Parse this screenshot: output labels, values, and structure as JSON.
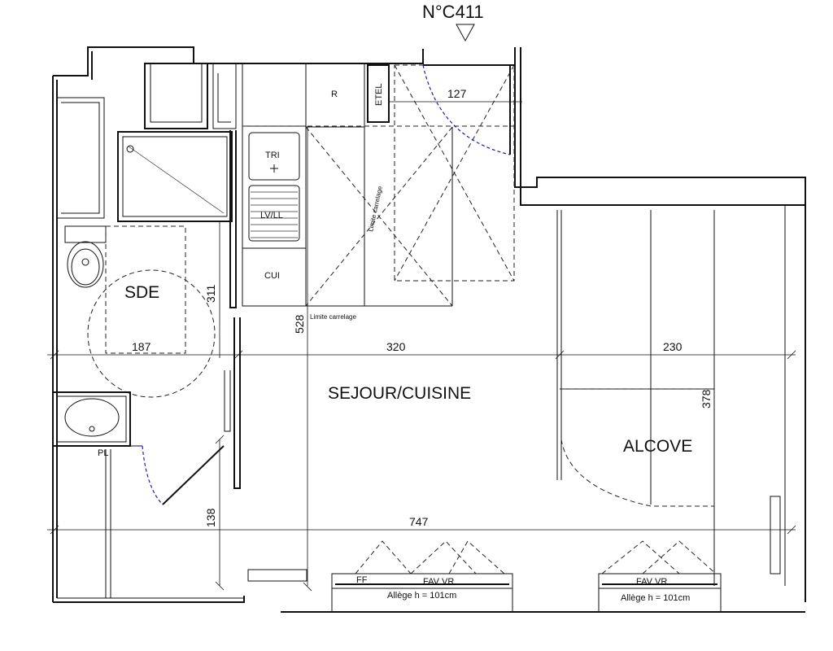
{
  "title": "N°C411",
  "rooms": {
    "sde": "SDE",
    "sejour": "SEJOUR/CUISINE",
    "alcove": "ALCOVE"
  },
  "fixtures": {
    "r": "R",
    "etel": "ETEL",
    "tri": "TRI",
    "lvll": "LV/LL",
    "cui": "CUI",
    "pl": "PL",
    "ff": "FF",
    "fav_vr_1": "FAV VR",
    "fav_vr_2": "FAV VR",
    "allege_1": "Allège h = 101cm",
    "allege_2": "Allège h = 101cm"
  },
  "annotations": {
    "limite_carrelage_1": "Limite carrelage",
    "limite_carrelage_2": "Limite carrelage"
  },
  "dimensions": {
    "d127": "127",
    "d311": "311",
    "d187": "187",
    "d528": "528",
    "d320": "320",
    "d230": "230",
    "d378": "378",
    "d747": "747",
    "d138": "138"
  }
}
